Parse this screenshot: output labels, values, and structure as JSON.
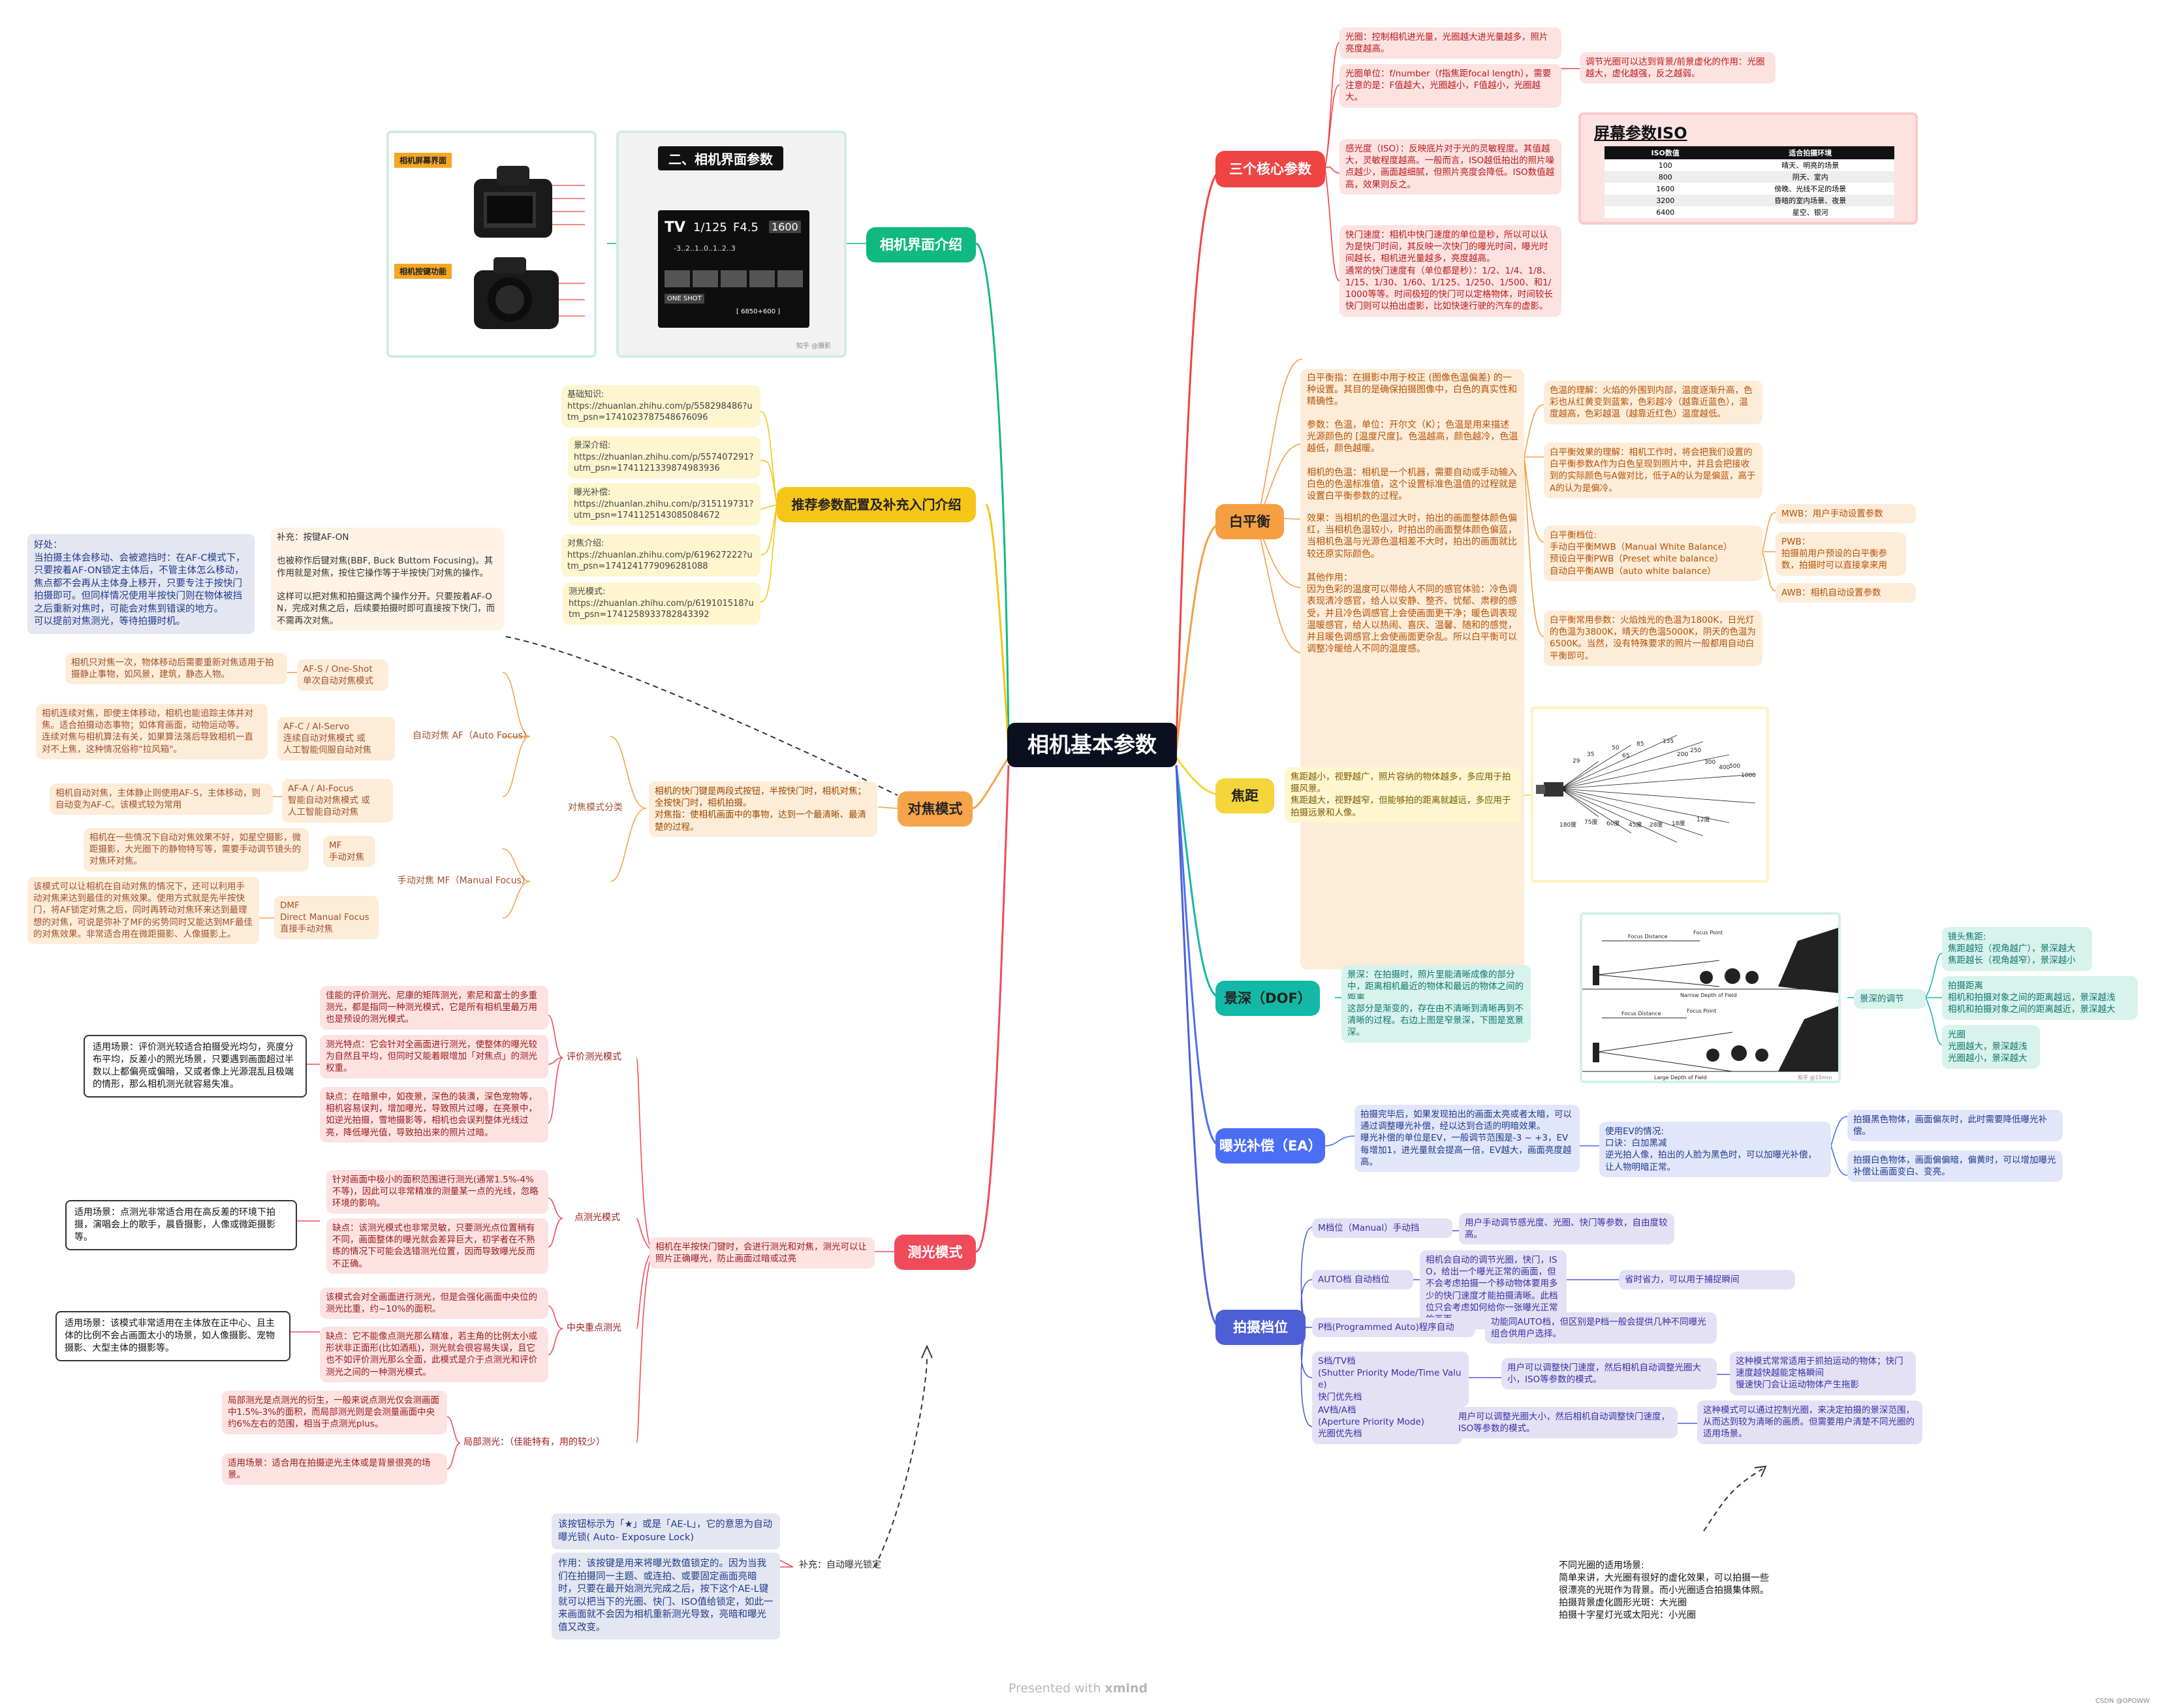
{
  "root": "相机基本参数",
  "branches": {
    "core": "三个核心参数",
    "camui": "相机界面介绍",
    "recommend": "推荐参数配置及补充入门介绍",
    "wb": "白平衡",
    "focus": "对焦模式",
    "focal": "焦距",
    "dof": "景深（DOF）",
    "ev": "曝光补偿（EA）",
    "metering": "测光模式",
    "modes": "拍摄档位"
  },
  "core": {
    "aperture": "光圈：控制相机进光量，光圈越大进光量越多，照片亮度越高。",
    "fnumber": "光圈单位：f/number（f指焦距focal length），需要注意的是：F值越大，光圈越小，F值越小，光圈越大。",
    "aperture_tip": "调节光圈可以达到背景/前景虚化的作用：光圈越大，虚化越强，反之越弱。",
    "iso": "感光度（ISO）：反映底片对于光的灵敏程度。其值越大，灵敏程度越高。一般而言，ISO越低拍出的照片噪点越少，画面越细腻，但照片亮度会降低。ISO数值越高，效果则反之。",
    "shutter": "快门速度：相机中快门速度的单位是秒，所以可以认为是快门时间，其反映一次快门的曝光时间，曝光时间越长，相机进光量越多，亮度越高。\n通常的快门速度有（单位都是秒）：1/2、1/4、1/8、1/15、1/30、1/60、1/125、1/250、1/500、和1/1000等等。时间极短的快门可以定格物体，时间较长快门则可以拍出虚影，比如快速行驶的汽车的虚影。"
  },
  "iso_card": {
    "title": "屏幕参数ISO",
    "headers": [
      "ISO数值",
      "适合拍摄环境"
    ],
    "rows": [
      [
        "100",
        "晴天、明亮的场景"
      ],
      [
        "800",
        "阴天、室内"
      ],
      [
        "1600",
        "傍晚、光线不足的场景"
      ],
      [
        "3200",
        "昏暗的室内场景、夜景"
      ],
      [
        "6400",
        "星空、银河"
      ]
    ]
  },
  "camui": {
    "card_title": "二、相机界面参数",
    "screen_label": "相机屏幕界面",
    "button_label": "相机按键功能",
    "lcd": {
      "mode": "TV",
      "shutter": "1/125",
      "aperture": "F4.5",
      "iso": "1600",
      "scale": "-3..2..1..0..1..2..3",
      "oneshot": "ONE SHOT",
      "shots": "[ 6850+600 ]"
    },
    "watermark": "知乎 @摄影"
  },
  "recommend": {
    "items": [
      "基础知识:\nhttps://zhuanlan.zhihu.com/p/558298486?utm_psn=1741023787548676096",
      "景深介绍:\nhttps://zhuanlan.zhihu.com/p/557407291?utm_psn=1741121339874983936",
      "曝光补偿:\nhttps://zhuanlan.zhihu.com/p/315119731?utm_psn=1741125143085084672",
      "对焦介绍:\nhttps://zhuanlan.zhihu.com/p/619627222?utm_psn=1741241779096281088",
      "测光模式:\nhttps://zhuanlan.zhihu.com/p/619101518?utm_psn=1741258933782843392"
    ]
  },
  "wb": {
    "def": "白平衡指：在摄影中用于校正 (图像色温偏差) 的一种设置。其目的是确保拍摄图像中，白色的真实性和精确性。",
    "param": "参数：色温，单位：开尔文（K）；色温是用来描述光源颜色的 [温度尺度]。色温越高，颜色越冷，色温越低，颜色越暖。",
    "camera": "相机的色温：相机是一个机器，需要自动或手动输入白色的色温标准值，这个设置标准色温值的过程就是设置白平衡参数的过程。",
    "effect": "效果：当相机的色温过大时，拍出的画面整体颜色偏红，当相机色温较小，时拍出的画面整体颜色偏蓝，当相机色温与光源色温相差不大时，拍出的画面就比较还原实际颜色。",
    "other": "其他作用：\n因为色彩的温度可以带给人不同的感官体验：冷色调表现清冷感官，给人以安静、整齐、忧郁、肃穆的感受，并且冷色调感官上会使画面更干净；暖色调表现温暖感官，给人以热闹、喜庆、温馨、随和的感觉，并且暖色调感官上会使画面更杂乱。所以白平衡可以调整冷暖给人不同的温度感。",
    "understand": "色温的理解：火焰的外围到内部，温度逐渐升高，色彩也从红黄变到蓝紫，色彩越冷（越靠近蓝色），温度越高，色彩越温（越靠近红色）温度越低。",
    "principle": "白平衡效果的理解：相机工作时，将会把我们设置的白平衡参数A作为白色呈现到照片中，并且会把接收到的实际颜色与A做对比，低于A的认为是偏蓝，高于A的认为是偏冷。",
    "levels": "白平衡档位:\n手动白平衡MWB（Manual White Balance）\n预设白平衡PWB（Preset white balance）\n自动白平衡AWB（auto white balance）",
    "mwb": "MWB：用户手动设置参数",
    "pwb": "PWB：\n拍摄前用户预设的白平衡参数，拍摄时可以直接拿来用",
    "awb": "AWB：相机自动设置参数",
    "common": "白平衡常用参数：火焰烛光的色温为1800K，日光灯的色温为3800K，晴天的色温5000K，阴天的色温为6500K。当然，没有特殊要求的照片一般都用自动白平衡即可。"
  },
  "focus": {
    "intro": "相机的快门键是两段式按钮，半按快门时，相机对焦；全按快门时，相机拍摄。\n对焦指：使相机画面中的事物，达到一个最清晰、最清楚的过程。",
    "categories": "对焦模式分类",
    "af": "自动对焦 AF（Auto Focus）",
    "mf": "手动对焦 MF（Manual Focus）",
    "afs": "AF-S / One-Shot\n单次自动对焦模式",
    "afs_desc": "相机只对焦一次，物体移动后需要重新对焦适用于拍摄静止事物，如风景，建筑，静态人物。",
    "afc": "AF-C / AI-Servo\n连续自动对焦模式 或\n人工智能伺服自动对焦",
    "afc_desc": "相机连续对焦，即使主体移动，相机也能追踪主体并对焦。适合拍摄动态事物；如体育画面，动物运动等。\n连续对焦与相机算法有关，如果算法落后导致相机一直对不上焦，这种情况俗称\"拉风箱\"。",
    "afa": "AF-A / AI-Focus\n智能自动对焦模式 或\n人工智能自动对焦",
    "afa_desc": "相机自动对焦，主体静止则使用AF-S，主体移动，则自动变为AF-C。该模式较为常用",
    "mfm": "MF\n手动对焦",
    "mfm_desc": "相机在一些情况下自动对焦效果不好，如星空摄影，微距摄影，大光圈下的静物特写等，需要手动调节镜头的对焦环对焦。",
    "dmf": "DMF\nDirect Manual Focus\n直接手动对焦",
    "dmf_desc": "该模式可以让相机在自动对焦的情况下，还可以利用手动对焦来达到最佳的对焦效果。使用方式就是先半按快门，将AF锁定对焦之后，同时再转动对焦环来达到最理想的对焦，可说是弥补了MF的劣势同时又能达到MF最佳的对焦效果。非常适合用在微距摄影、人像摄影上。",
    "afon": "补充：按键AF-ON\n\n也被称作后键对焦(BBF, Buck Buttom Focusing)。其作用就是对焦，按住它操作等于半按快门对焦的操作。\n\n这样可以把对焦和拍摄这两个操作分开。只要按着AF-ON，完成对焦之后，后续要拍摄时即可直接按下快门，而不需再次对焦。",
    "afon_note": "好处：\n当拍摄主体会移动、会被遮挡时：在AF-C模式下，只要按着AF-ON锁定主体后，不管主体怎么移动，焦点都不会再从主体身上移开，只要专注于按快门拍摄即可。但同样情况使用半按快门则在物体被挡之后重新对焦时，可能会对焦到错误的地方。\n可以提前对焦测光，等待拍摄时机。"
  },
  "focal": {
    "text": "焦距越小，视野越广，照片容纳的物体越多，多应用于拍摄风景。\n焦距越大，视野越窄，但能够拍的距离就越远，多应用于拍摄远景和人像。",
    "numbers": [
      "35",
      "50",
      "85",
      "135",
      "250",
      "500",
      "29",
      "65",
      "200",
      "300",
      "400",
      "1000"
    ],
    "angles": [
      "180度",
      "75度",
      "60度",
      "45度",
      "28度",
      "18度",
      "12度"
    ]
  },
  "dof": {
    "text1": "景深：在拍摄时，照片里能清晰成像的部分中，距离相机最近的物体和最远的物体之间的距离。",
    "text2": "这部分是渐变的，存在由不清晰到清晰再到不清晰的过程。右边上图是窄景深，下图是宽景深。",
    "adjust": "景深的调节",
    "lens": "镜头焦距:\n焦距越短（视角越广），景深越大\n焦距越长（视角越窄），景深越小",
    "distance": "拍摄距离\n相机和拍摄对象之间的距离越远，景深越浅\n相机和拍摄对象之间的距离越近，景深越大",
    "aperture": "光圈\n光圈越大，景深越浅\n光圈越小，景深越大",
    "fig_top": "Narrow Depth of Field",
    "fig_bottom": "Large Depth of Field",
    "fig_focus": "Focus Distance",
    "fig_point": "Focus Point",
    "fig_watermark": "知乎 @15mm"
  },
  "ev": {
    "text": "拍摄完毕后，如果发现拍出的画面太亮或者太暗，可以通过调整曝光补偿，经以达到合适的明暗效果。\n曝光补偿的单位是EV，一般调节范围是-3 ~ +3，EV每增加1，进光量就会提高一倍，EV越大，画面亮度越高。",
    "case": "使用EV的情况:\n口诀：白加黑减\n逆光拍人像，拍出的人脸为黑色时，可以加曝光补偿，让人物明暗正常。",
    "black": "拍摄黑色物体，画面偏灰时，此时需要降低曝光补偿。",
    "white": "拍摄白色物体，画面偏偏暗，偏黄时，可以增加曝光补偿让画面变白、变亮。"
  },
  "metering": {
    "intro": "相机在半按快门键时，会进行测光和对焦，测光可以让照片正确曝光，防止画面过暗或过亮",
    "evaluative": "评价测光模式",
    "ev1": "佳能的评价测光、尼康的矩阵测光，索尼和富士的多重测光，都是指同一种测光模式，它是所有相机里最万用也是预设的测光模式。",
    "ev2": "测光特点：它会针对全画面进行测光，使整体的曝光较为自然且平均，但同时又能着眼增加「对焦点」的测光权重。",
    "ev3": "缺点：在暗景中，如夜景，深色的装潢，深色宠物等，相机容易误判，增加曝光，导致照片过曝，在亮景中，如逆光拍摄，雪地摄影等，相机也会误判整体光线过亮，降低曝光值，导致拍出来的照片过暗。",
    "ev_note": "适用场景：评价测光较适合拍摄受光均匀，亮度分布平均，反差小的照光场景，只要遇到画面超过半数以上都偏亮或偏暗，又或者像上光源混乱且极端的情形，那么相机测光就容易失准。",
    "spot": "点测光模式",
    "sp1": "针对画面中极小的面积范围进行测光(通常1.5%-4%不等)，因此可以非常精准的测量某一点的光线，忽略环境的影响。",
    "sp2": "缺点：该测光模式也非常灵敏，只要测光点位置稍有不同，画面整体的曝光就会差异巨大，初学者在不熟练的情况下可能会选错测光位置，因而导致曝光反而不正确。",
    "sp_note": "适用场景：点测光非常适合用在高反差的环境下拍摄，演唱会上的歌手，晨昏摄影，人像或微距摄影等。",
    "center": "中央重点测光",
    "c1": "该模式会对全画面进行测光，但是会强化画面中央位的测光比重，约~10%的面积。",
    "c2": "缺点：它不能像点测光那么精准，若主角的比例太小或形状非正面形(比如酒瓶)，测光就会很容易失误，且它也不如评价测光那么全面，此模式是介于点测光和评价测光之间的一种测光模式。",
    "c_note": "适用场景：该模式非常适用在主体放在正中心、且主体的比例不会占画面太小的场景，如人像摄影、宠物摄影、大型主体的摄影等。",
    "partial": "局部测光：（佳能特有，用的较少）",
    "p1": "局部测光是点测光的衍生，一般来说点测光仅会测画面中1.5%-3%的面积，而局部测光则是会测量画面中央约6%左右的范围，相当于点测光plus。",
    "p2": "适用场景：适合用在拍摄逆光主体或是背景很亮的场景。",
    "lock": "补充：自动曝光锁定",
    "lock1": "该按钮标示为「★」或是「AE-L」，它的意思为自动曝光锁( Auto- Exposure Lock)",
    "lock2": "作用：该按键是用来将曝光数值锁定的。因为当我们在拍摄同一主题、或连拍、或要固定画面亮暗时，只要在最开始测光完成之后，按下这个AE-L键就可以把当下的光圈、快门、ISO值给锁定，如此一来画面就不会因为相机重新测光导致，亮暗和曝光值又改变。"
  },
  "modes": {
    "m": "M档位（Manual）手动挡",
    "m_desc": "用户手动调节感光度、光圈、快门等参数，自由度较高。",
    "auto": "AUTO档 自动档位",
    "auto_desc": "相机会自动的调节光圈，快门，ISO，给出一个曝光正常的画面，但不会考虑拍摄一个移动物体要用多少的快门速度才能拍摄清晰。此档位只会考虑如何给你一张曝光正常的画面。",
    "auto_tip": "省时省力，可以用于捕捉瞬间",
    "p": "P档(Programmed Auto)程序自动",
    "p_desc": "功能同AUTO档，但区别是P档一般会提供几种不同曝光组合供用户选择。",
    "s": "S档/TV档\n(Shutter Priority Mode/Time Value)\n快门优先档",
    "s_desc": "用户可以调整快门速度，然后相机自动调整光圈大小，ISO等参数的模式。",
    "s_tip": "这种模式常常适用于抓拍运动的物体；快门速度越快越能定格瞬间\n慢速快门会让运动物体产生拖影",
    "av": "AV档/A档\n(Aperture Priority Mode)\n光圈优先档",
    "av_desc": "用户可以调整光圈大小，然后相机自动调整快门速度，ISO等参数的模式。",
    "av_tip": "这种模式可以通过控制光圈，来决定拍摄的景深范围，从而达到较为清晰的画质。但需要用户清楚不同光圈的适用场景。",
    "aperture_note": "不同光圈的适用场景:\n简单来讲，大光圈有很好的虚化效果，可以拍摄一些很漂亮的光斑作为背景。而小光圈适合拍摄集体照。\n拍摄背景虚化圆形光斑：大光圈\n拍摄十字星灯光或太阳光：小光圈"
  },
  "footer": {
    "presented": "Presented with ",
    "brand": "xmind",
    "csdn": "CSDN @OPOWW"
  },
  "colors": {
    "core": "#ef4444",
    "camui": "#10b981",
    "recommend": "#f5c518",
    "wb": "#f59e42",
    "focus": "#f5a44a",
    "focal": "#f5d53a",
    "dof": "#14b8a6",
    "ev": "#4c6ef5",
    "metering": "#f04b5a",
    "modes": "#4c5fd5",
    "root": "#0b1020"
  }
}
